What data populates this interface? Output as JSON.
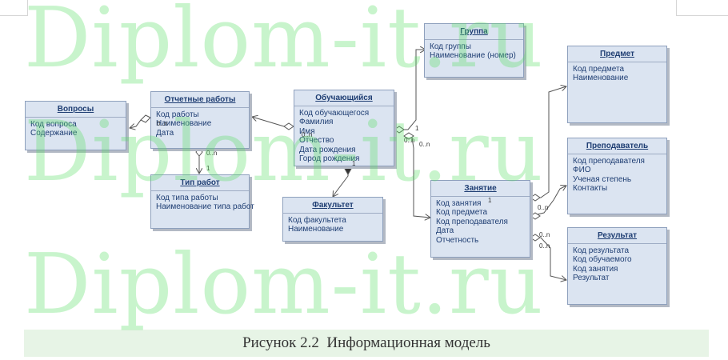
{
  "diagram": {
    "watermark": [
      "Diplom-it.ru",
      "Diplom-it.ru",
      "Diplom-it.ru"
    ],
    "caption": "Рисунок 2.2  Информационная модель",
    "entities": {
      "voprosy": {
        "title": "Вопросы",
        "attrs": [
          "Код вопроса",
          "Содержание"
        ]
      },
      "otchetnye": {
        "title": "Отчетные работы",
        "attrs": [
          "Код работы",
          "Наименование",
          "Дата"
        ]
      },
      "tip": {
        "title": "Тип работ",
        "attrs": [
          "Код типа работы",
          "Наименование типа работ"
        ]
      },
      "obuch": {
        "title": "Обучающийся",
        "attrs": [
          "Код обучающегося",
          "Фамилия",
          "Имя",
          "Отчество",
          "Дата рождения",
          "Город рождения"
        ]
      },
      "fakultet": {
        "title": "Факультет",
        "attrs": [
          "Код факультета",
          "Наименование"
        ]
      },
      "gruppa": {
        "title": "Группа",
        "attrs": [
          "Код группы",
          "Наименование (номер)"
        ]
      },
      "zanyatie": {
        "title": "Занятие",
        "attrs": [
          "Код занятия",
          "Код предмета",
          "Код преподавателя",
          "Дата",
          "Отчетность"
        ]
      },
      "predmet": {
        "title": "Предмет",
        "attrs": [
          "Код предмета",
          "Наименование"
        ]
      },
      "prepod": {
        "title": "Преподаватель",
        "attrs": [
          "Код преподавателя",
          "ФИО",
          "Ученая степень",
          "Контакты"
        ]
      },
      "rezultat": {
        "title": "Результат",
        "attrs": [
          "Код результата",
          "Код обучаемого",
          "Код занятия",
          "Результат"
        ]
      }
    },
    "multiplicities": [
      "0..n",
      "1",
      "0..n",
      "0..n",
      "1",
      "0..n",
      "1",
      "0..n",
      "0..n",
      "1",
      "0..n",
      "0..n"
    ]
  }
}
